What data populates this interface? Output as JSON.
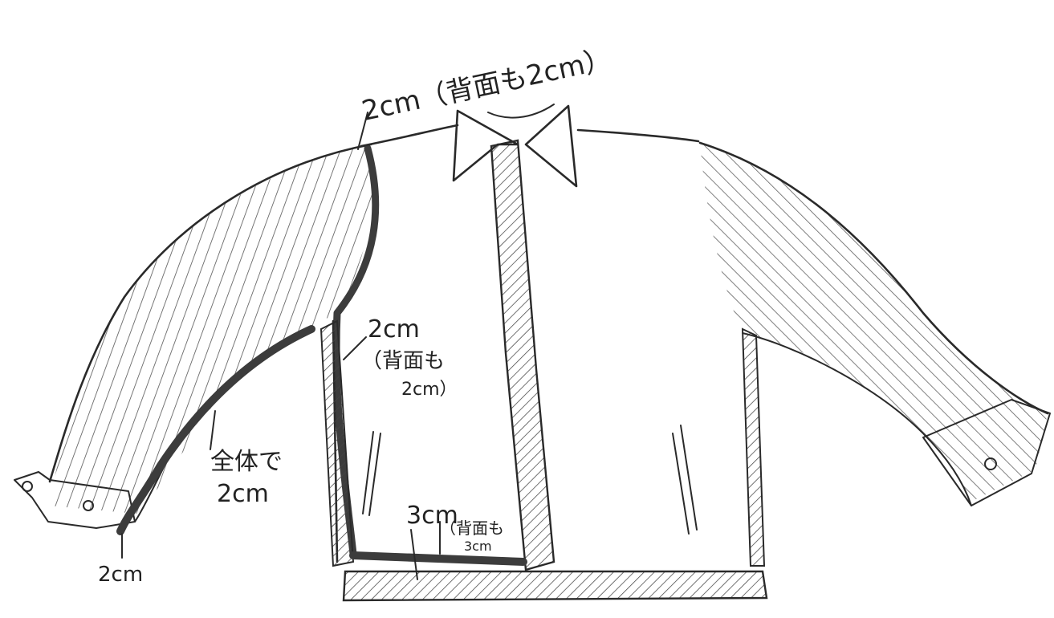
{
  "annotations": {
    "collar_seam": "2cm（背面も2cm）",
    "front_seam_line1": "2cm",
    "front_seam_line2": "（背面も",
    "front_seam_line3": "2cm）",
    "sleeve_seam_line1": "全体で",
    "sleeve_seam_line2": "2cm",
    "hem_line1": "3cm",
    "hem_line2": "（背面も",
    "hem_line3": "3cm",
    "cuff": "2cm"
  },
  "colors": {
    "ink": "#2a2a2a",
    "marker": "#3c3c3c",
    "paper": "#ffffff"
  }
}
